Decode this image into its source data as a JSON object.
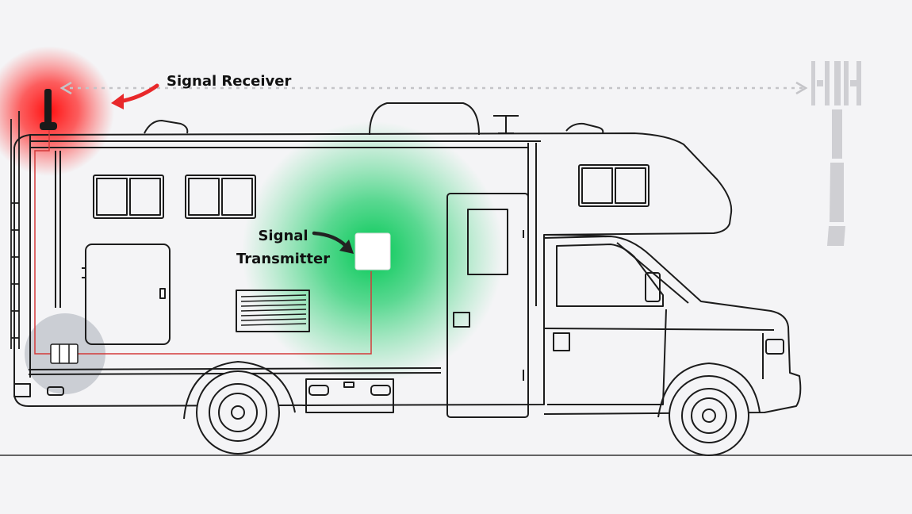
{
  "labels": {
    "receiver": "Signal Receiver",
    "transmitter_line1": "Signal",
    "transmitter_line2": "Transmitter"
  },
  "colors": {
    "background": "#f4f4f6",
    "outline": "#1c1c1c",
    "receiver_glow": "#ff1a1a",
    "transmitter_glow": "#00c853",
    "receiver_arrow": "#e8282a",
    "transmitter_arrow": "#222222",
    "cable": "#d33a3a",
    "tower": "#cfcfd3",
    "booster_zone": "#9aa0aa"
  },
  "icons": {
    "tower": "cell-tower-icon",
    "receiver": "antenna-icon",
    "transmitter": "indoor-antenna-icon",
    "booster": "signal-booster-icon"
  }
}
